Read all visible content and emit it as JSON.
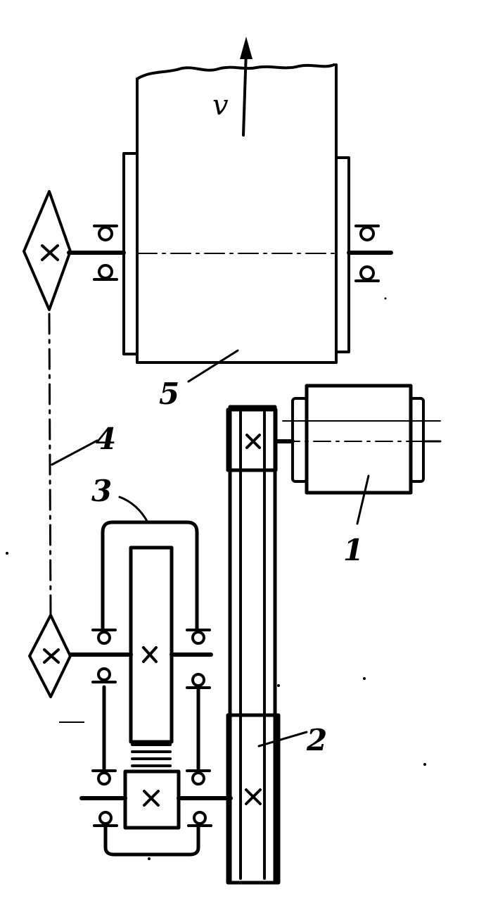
{
  "labels": {
    "velocity": "v",
    "motor": "1",
    "belt_drive": "2",
    "gearbox": "3",
    "chain": "4",
    "drum": "5"
  },
  "colors": {
    "ink": "#000000",
    "background": "#ffffff"
  }
}
